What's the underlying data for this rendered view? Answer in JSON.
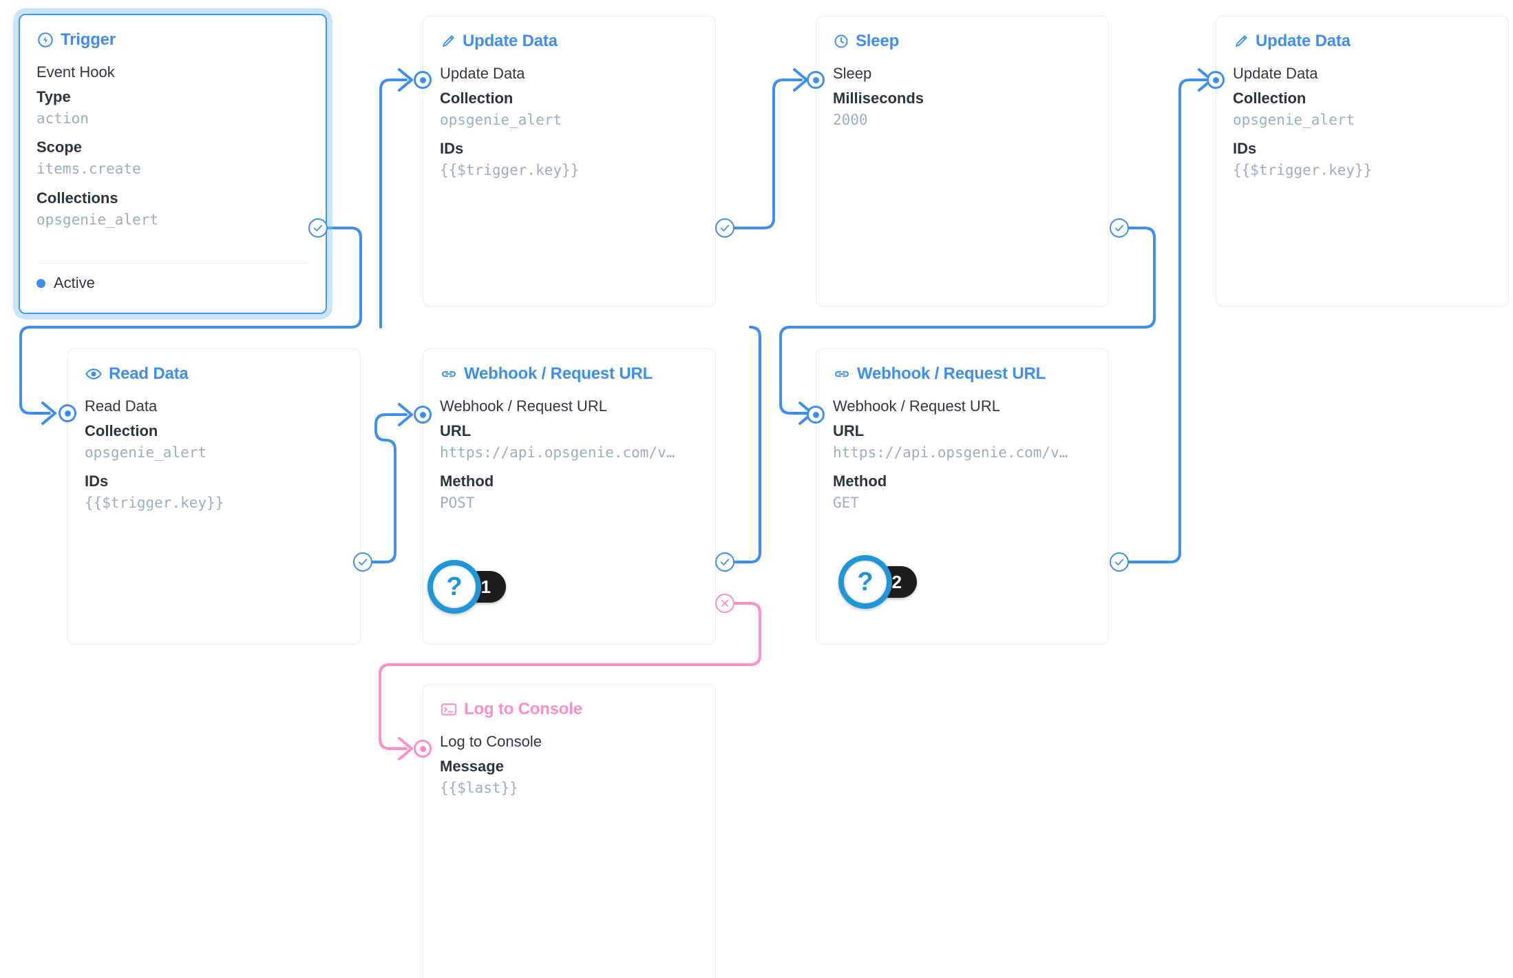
{
  "flow": {
    "nodes": [
      {
        "id": "trigger",
        "header": "Trigger",
        "icon": "bolt-circle-icon",
        "accent": "#3d8ef0",
        "title": "Event Hook",
        "fields": [
          {
            "label": "Type",
            "value": "action"
          },
          {
            "label": "Scope",
            "value": "items.create"
          },
          {
            "label": "Collections",
            "value": "opsgenie_alert"
          }
        ],
        "status": "Active"
      },
      {
        "id": "update-data-1",
        "header": "Update Data",
        "icon": "pencil-icon",
        "accent": "#3d8ef0",
        "title": "Update Data",
        "fields": [
          {
            "label": "Collection",
            "value": "opsgenie_alert"
          },
          {
            "label": "IDs",
            "value": "{{$trigger.key}}"
          }
        ]
      },
      {
        "id": "sleep",
        "header": "Sleep",
        "icon": "clock-icon",
        "accent": "#3d8ef0",
        "title": "Sleep",
        "fields": [
          {
            "label": "Milliseconds",
            "value": "2000"
          }
        ]
      },
      {
        "id": "update-data-2",
        "header": "Update Data",
        "icon": "pencil-icon",
        "accent": "#3d8ef0",
        "title": "Update Data",
        "fields": [
          {
            "label": "Collection",
            "value": "opsgenie_alert"
          },
          {
            "label": "IDs",
            "value": "{{$trigger.key}}"
          }
        ]
      },
      {
        "id": "read-data",
        "header": "Read Data",
        "icon": "eye-icon",
        "accent": "#3d8ef0",
        "title": "Read Data",
        "fields": [
          {
            "label": "Collection",
            "value": "opsgenie_alert"
          },
          {
            "label": "IDs",
            "value": "{{$trigger.key}}"
          }
        ]
      },
      {
        "id": "webhook-post",
        "header": "Webhook / Request URL",
        "icon": "link-icon",
        "accent": "#3d8ef0",
        "title": "Webhook / Request URL",
        "fields": [
          {
            "label": "URL",
            "value": "https://api.opsgenie.com/v…"
          },
          {
            "label": "Method",
            "value": "POST"
          }
        ],
        "badge": {
          "symbol": "?",
          "count": "1"
        }
      },
      {
        "id": "webhook-get",
        "header": "Webhook / Request URL",
        "icon": "link-icon",
        "accent": "#3d8ef0",
        "title": "Webhook / Request URL",
        "fields": [
          {
            "label": "URL",
            "value": "https://api.opsgenie.com/v…"
          },
          {
            "label": "Method",
            "value": "GET"
          }
        ],
        "badge": {
          "symbol": "?",
          "count": "2"
        }
      },
      {
        "id": "log-to-console",
        "header": "Log to Console",
        "icon": "console-icon",
        "accent": "#fb8ecb",
        "title": "Log to Console",
        "fields": [
          {
            "label": "Message",
            "value": "{{$last}}"
          }
        ]
      }
    ],
    "colors": {
      "accent_blue": "#3d8ef0",
      "accent_pink": "#fb8ecb",
      "badge_dark": "#1d1d1d",
      "badge_blue": "#2196d6",
      "value_gray": "#a2abba",
      "card_border": "#ebedf0",
      "background": "#ffffff"
    }
  }
}
